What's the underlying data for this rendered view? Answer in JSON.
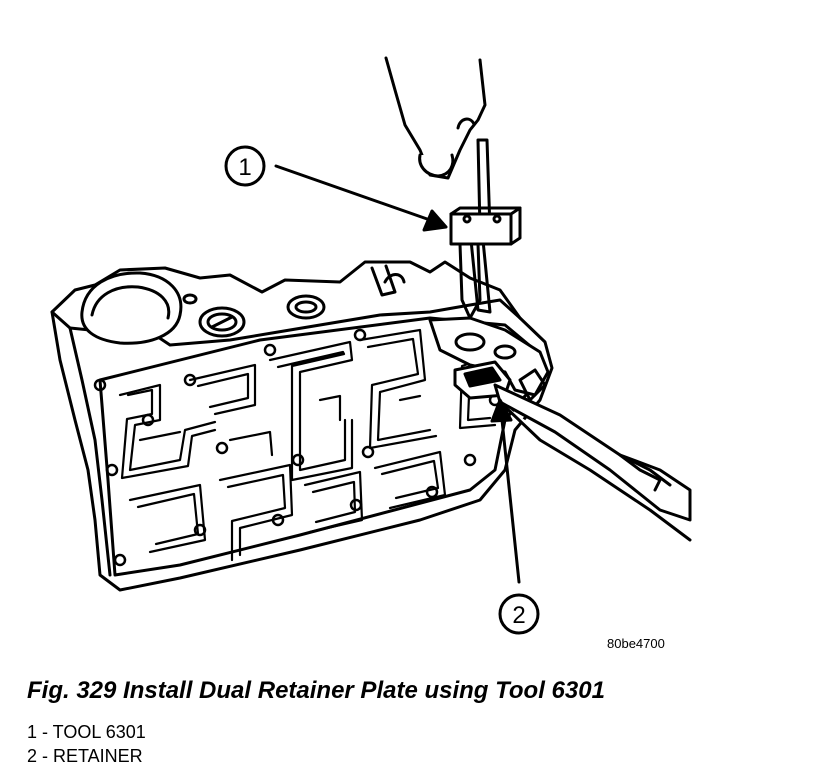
{
  "figure": {
    "code": "80be4700",
    "caption": "Fig. 329 Install Dual Retainer Plate using Tool 6301",
    "callouts": [
      {
        "number": "1"
      },
      {
        "number": "2"
      }
    ],
    "legend": [
      {
        "text": "1 - TOOL 6301"
      },
      {
        "text": "2 - RETAINER"
      }
    ]
  }
}
